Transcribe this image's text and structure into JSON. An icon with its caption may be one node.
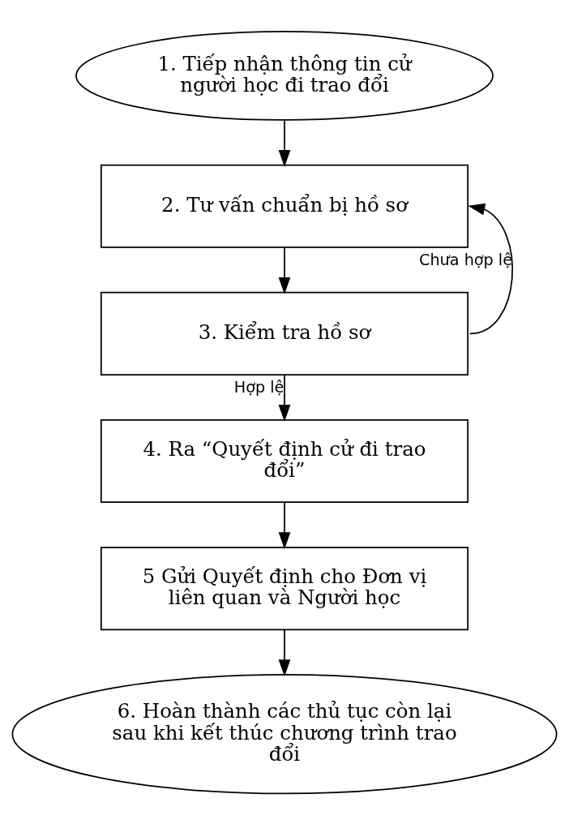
{
  "diagram": {
    "nodes": [
      {
        "text": [
          "1. Tiếp nhận thông tin cử người học đi trao đổi"
        ]
      },
      {
        "text": [
          "2. Tư vấn chuẩn bị hồ sơ"
        ]
      },
      {
        "text": [
          "3. Kiểm tra hồ sơ"
        ]
      },
      {
        "text": [
          "4. Ra “Quyết định cử đi trao đổi”"
        ]
      },
      {
        "text": [
          "5 Gửi Quyết định cho Đơn vị liên quan và Người học"
        ]
      },
      {
        "text": [
          "6. Hoàn thành các thủ tục còn lại sau khi kết thúc chương trình trao đổi"
        ]
      }
    ],
    "edges": [
      {
        "from": 0,
        "to": 1,
        "arrow": "to"
      },
      {
        "from": 1,
        "to": 2,
        "arrow": "to"
      },
      {
        "from": 2,
        "to": 3,
        "arrow": "to",
        "label": "Hợp lệ"
      },
      {
        "from": 2,
        "to": 1,
        "arrow": "to",
        "label": "Chưa hợp lệ"
      },
      {
        "from": 3,
        "to": 4,
        "arrow": "to"
      },
      {
        "from": 4,
        "to": 5,
        "arrow": "to"
      }
    ]
  }
}
